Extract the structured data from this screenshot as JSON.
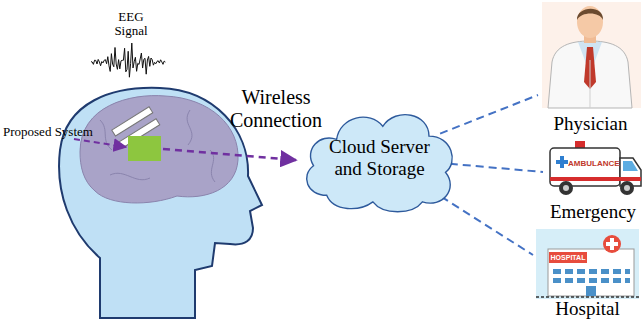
{
  "diagram": {
    "nodes": [
      {
        "text": [
          "Cloud Server and Storage"
        ]
      },
      {
        "text": [
          "Physician"
        ]
      },
      {
        "text": [
          "Emergency"
        ]
      },
      {
        "text": [
          "Hospital"
        ]
      }
    ],
    "edges": [
      {
        "from": 0,
        "to": 1,
        "arrow": "none"
      },
      {
        "from": 0,
        "to": 2,
        "arrow": "none"
      },
      {
        "from": 0,
        "to": 3,
        "arrow": "none"
      }
    ],
    "labels": [
      "EEG Signal",
      "Proposed System",
      "Wireless Connection",
      "AMBULANCE",
      "HOSPITAL"
    ]
  }
}
